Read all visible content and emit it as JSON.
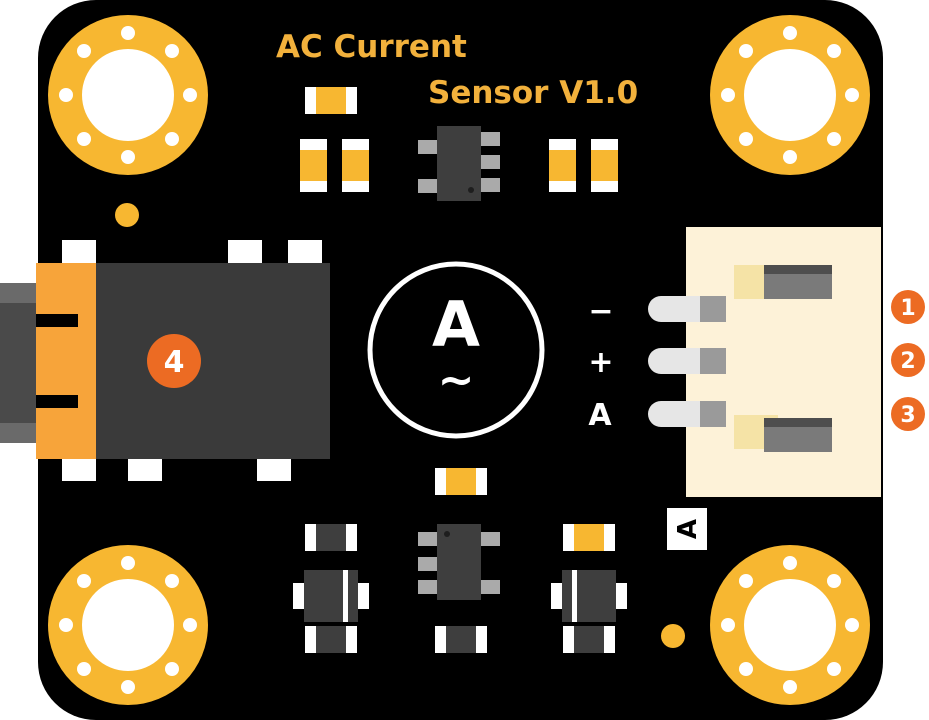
{
  "board": {
    "title_line1": "AC Current",
    "title_line2": "Sensor V1.0",
    "amp_symbol": "A",
    "ac_symbol": "~",
    "connector_label": "A"
  },
  "pins": [
    {
      "number": "1",
      "sign": "−"
    },
    {
      "number": "2",
      "sign": "+"
    },
    {
      "number": "3",
      "sign": "A"
    }
  ],
  "jack_badge": "4",
  "colors": {
    "pcb": "#000000",
    "silk_yellow": "#f2b13c",
    "pad_gold": "#f7b731",
    "badge_orange": "#ec6b23",
    "connector_body": "#fdf2d8"
  }
}
